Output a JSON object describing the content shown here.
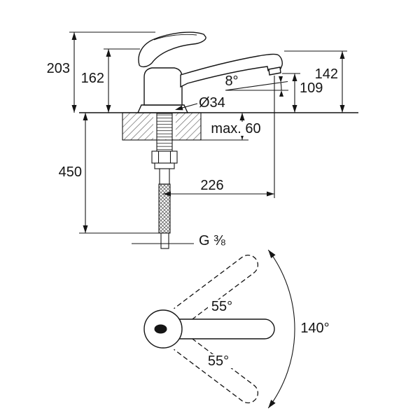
{
  "side_view": {
    "labels": {
      "total_height": "203",
      "body_height": "162",
      "spout_height": "142",
      "outlet_height": "109",
      "spout_angle": "8°",
      "base_diameter": "Ø34",
      "max_deck_thickness": "max. 60",
      "hose_length": "450",
      "spout_reach": "226",
      "hose_thread": "G ⅜"
    }
  },
  "top_view": {
    "labels": {
      "swivel_upper": "55°",
      "swivel_lower": "55°",
      "swivel_range": "140°"
    }
  }
}
